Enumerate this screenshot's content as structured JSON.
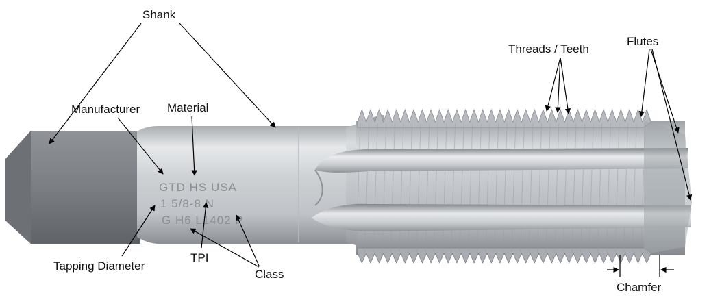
{
  "diagram": {
    "labels": {
      "shank": "Shank",
      "manufacturer": "Manufacturer",
      "material": "Material",
      "threads_teeth": "Threads / Teeth",
      "flutes": "Flutes",
      "tapping_diameter": "Tapping Diameter",
      "tpi": "TPI",
      "class": "Class",
      "chamfer": "Chamfer"
    },
    "engraving": {
      "line1": "GTD HS USA",
      "line2": "1 5/8-8 N",
      "line3": "G H6 L1402 P"
    },
    "colors": {
      "background": "#ffffff",
      "label_text": "#111111",
      "leader_line": "#000000",
      "steel_light": "#e4e6e8",
      "steel_mid": "#b5b9bd",
      "steel_dark": "#6f7377"
    }
  }
}
